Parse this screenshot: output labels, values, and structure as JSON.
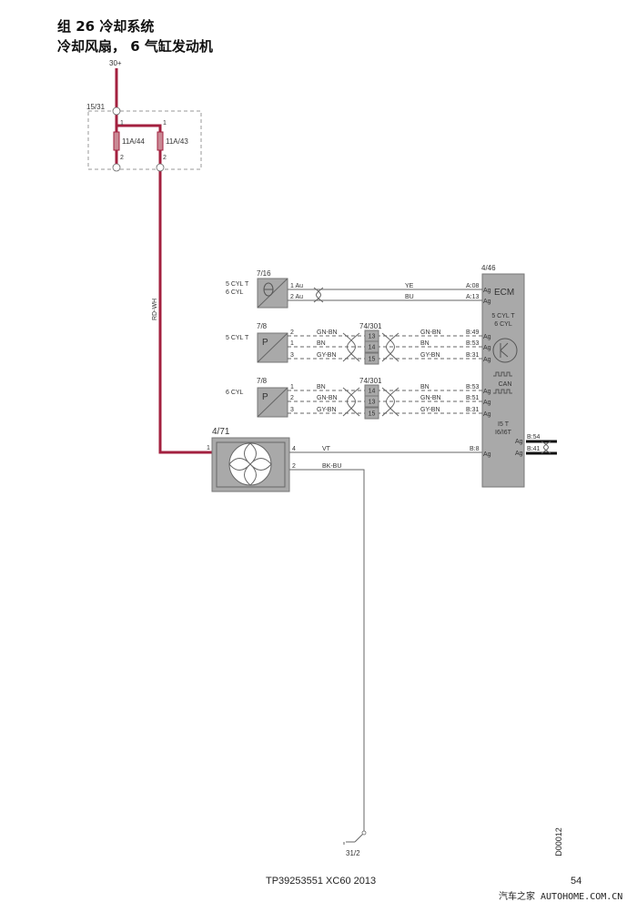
{
  "title": {
    "line1": "组 26 冷却系统",
    "line2": "冷却风扇， 6 气缸发动机"
  },
  "power": {
    "label": "30+",
    "fusebox": "15/31",
    "fuse1": "11A/44",
    "fuse2": "11A/43",
    "pin1": "1",
    "pin2": "2",
    "wire": "RD-WH"
  },
  "fan": {
    "id": "4/71",
    "pin_in": "1",
    "pin_vt": "4",
    "pin_gnd": "2",
    "wire_vt": "VT",
    "wire_gnd": "BK-BU",
    "ground": "31/2"
  },
  "ecm": {
    "id": "4/46",
    "name": "ECM",
    "variant1": "5 CYL T",
    "variant2": "6 CYL",
    "can": "CAN",
    "variant3": "I5 T",
    "variant4": "I6/I6T",
    "ag": "Ag",
    "pin_vt": "B:8",
    "out1": "B:54",
    "out2": "B:41"
  },
  "sensor716": {
    "id": "7/16",
    "v1": "5 CYL T",
    "v2": "6 CYL",
    "pins": [
      {
        "pin": "1 Au",
        "wire": "YE",
        "ecm": "A:08"
      },
      {
        "pin": "2 Au",
        "wire": "BU",
        "ecm": "A:13"
      }
    ]
  },
  "sensor78a": {
    "id": "7/8",
    "variant": "5 CYL T",
    "symbol": "P",
    "connector": "74/301",
    "pins": [
      {
        "pin": "2",
        "wire": "GN-BN",
        "cell": "13",
        "wire2": "GN-BN",
        "ecm": "B:49"
      },
      {
        "pin": "1",
        "wire": "BN",
        "cell": "14",
        "wire2": "BN",
        "ecm": "B:53"
      },
      {
        "pin": "3",
        "wire": "GY-BN",
        "cell": "15",
        "wire2": "GY-BN",
        "ecm": "B:31"
      }
    ]
  },
  "sensor78b": {
    "id": "7/8",
    "variant": "6 CYL",
    "symbol": "P",
    "connector": "74/301",
    "pins": [
      {
        "pin": "1",
        "wire": "BN",
        "cell": "14",
        "wire2": "BN",
        "ecm": "B:53"
      },
      {
        "pin": "2",
        "wire": "GN-BN",
        "cell": "13",
        "wire2": "GN-BN",
        "ecm": "B:51"
      },
      {
        "pin": "3",
        "wire": "GY-BN",
        "cell": "15",
        "wire2": "GY-BN",
        "ecm": "B:31"
      }
    ]
  },
  "footer": {
    "doc": "TP39253551 XC60 2013",
    "page": "54",
    "code": "D00012",
    "watermark": "汽车之家 AUTOHOME.COM.CN"
  }
}
